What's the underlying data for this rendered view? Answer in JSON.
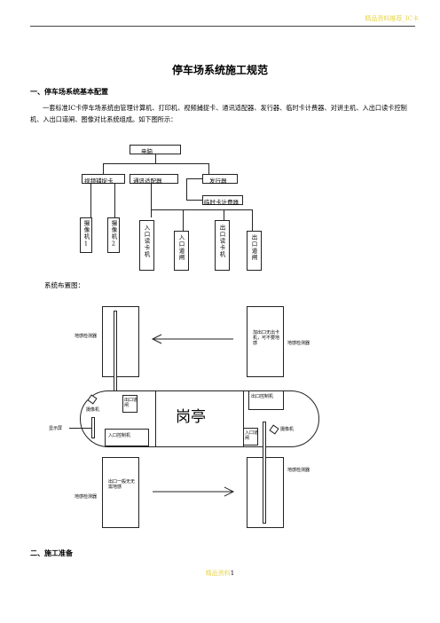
{
  "header": {
    "text": "精品资料推荐_IC卡"
  },
  "title": "停车场系统施工规范",
  "section1": {
    "heading": "一、停车场系统基本配置",
    "paragraph": "一套标准IC卡停车场系统由管理计算机、打印机、视频捕捉卡、通讯适配器、发行器、临时卡计费器、对讲主机、入出口读卡控制机、入出口道闸、图像对比系统组成。如下图所示："
  },
  "diagram1": {
    "computer": "电脑",
    "capture_card": "视频捕捉卡",
    "comm_adapter": "通讯适配器",
    "issuer": "发行器",
    "temp_billing": "临时卡计费器",
    "camera1": "摄像机1",
    "camera2": "摄像机2",
    "entry_reader": "入口读卡机",
    "entry_gate": "入口道闸",
    "exit_reader": "出口读卡机",
    "exit_gate": "出口道闸"
  },
  "layout_caption": "系统布置图：",
  "diagram2": {
    "sensor_tl": "地感检测器",
    "note_tr": "加出口无出卡机，可不要地感",
    "sensor_tr": "地感检测器",
    "booth": "岗亭",
    "exit_gate": "出口道闸",
    "exit_controller": "出口控制机",
    "camera_left": "摄像机",
    "display": "显示屏",
    "entry_controller": "入口控制机",
    "entry_gate": "入口道闸",
    "camera_right": "摄像机",
    "note_bl": "出口一般无无需地感",
    "sensor_bl": "地感检测器",
    "sensor_br": "地感检测器"
  },
  "section2": {
    "heading": "二、施工准备"
  },
  "footer": {
    "text": "精品资料",
    "page": "1"
  }
}
